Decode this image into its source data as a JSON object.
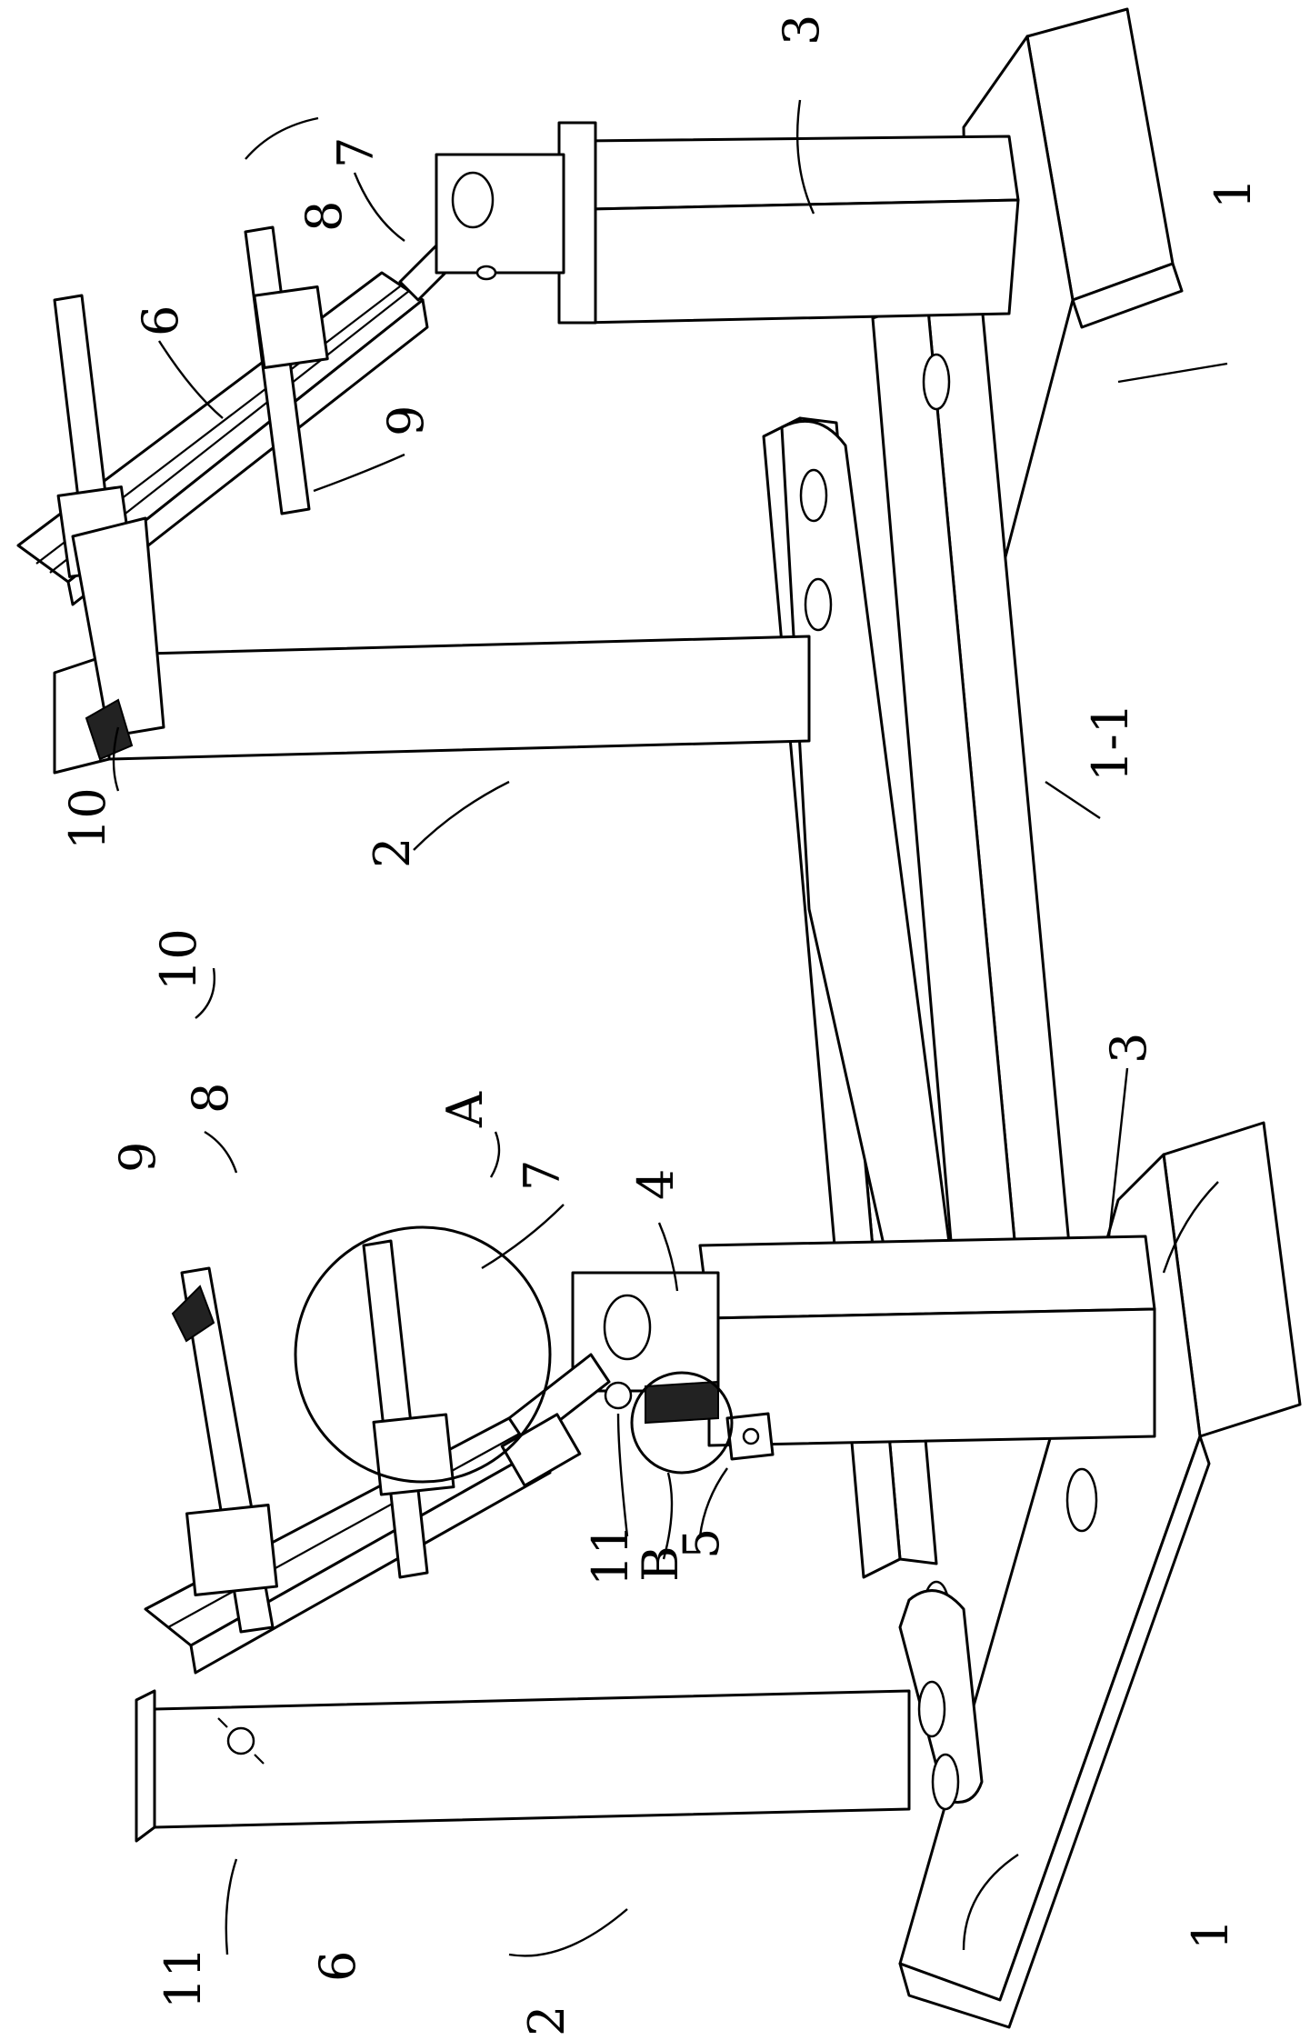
{
  "labels": {
    "base": "1",
    "beam": "1-1",
    "column": "2",
    "upright": "3",
    "clamp_block": "4",
    "stopper": "5",
    "crossbar": "6",
    "screw": "7",
    "slider": "8",
    "arm": "9",
    "jaw": "10",
    "wing_nut": "11",
    "detail_a": "A",
    "detail_b": "B"
  },
  "colors": {
    "line": "#000000",
    "background": "#ffffff"
  }
}
